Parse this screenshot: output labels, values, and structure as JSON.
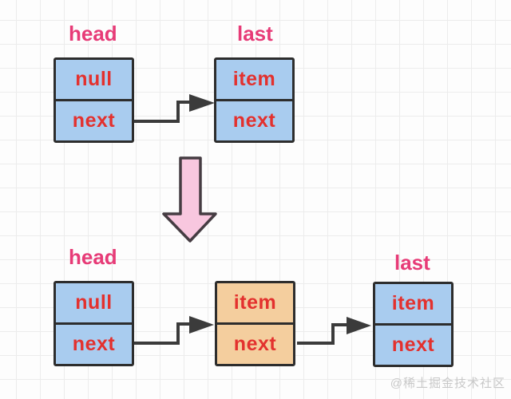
{
  "watermark": {
    "text": "@稀土掘金技术社区"
  },
  "colors": {
    "background": "#FDFDFD",
    "grid_line": "#ECECEC",
    "node_fill_blue": "#A9CCEF",
    "node_fill_orange": "#F4CE9E",
    "node_border": "#2D2D2D",
    "cell_text": "#E3312E",
    "label_text": "#E73B77",
    "pointer_arrow": "#3B3B3B",
    "transition_arrow_fill": "#F8C7DF",
    "transition_arrow_stroke": "#453C42"
  },
  "diagram": {
    "before": {
      "head_label": "head",
      "last_label": "last",
      "nodes": [
        {
          "name": "head-node",
          "cells": [
            "null",
            "next"
          ]
        },
        {
          "name": "last-node",
          "cells": [
            "item",
            "next"
          ]
        }
      ]
    },
    "after": {
      "head_label": "head",
      "last_label": "last",
      "nodes": [
        {
          "name": "head-node",
          "cells": [
            "null",
            "next"
          ]
        },
        {
          "name": "inserted-node",
          "cells": [
            "item",
            "next"
          ]
        },
        {
          "name": "last-node",
          "cells": [
            "item",
            "next"
          ]
        }
      ]
    }
  }
}
